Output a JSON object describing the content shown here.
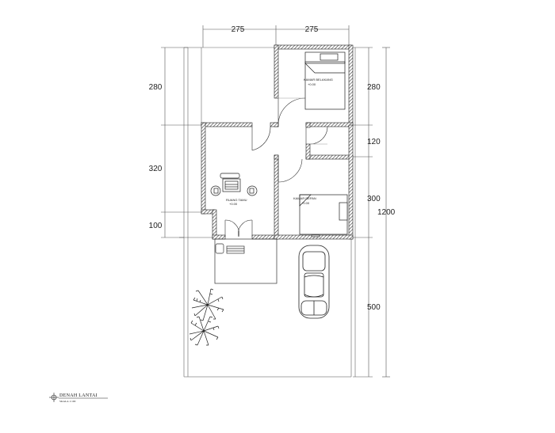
{
  "dimensions": {
    "top_left": "275",
    "top_right": "275",
    "left_top": "280",
    "left_mid": "320",
    "left_bottom": "100",
    "right_top": "280",
    "right_2": "120",
    "right_3": "300",
    "right_4": "500",
    "right_total": "1200"
  },
  "rooms": {
    "bedroom_back": {
      "name": "KAMAR BELAKANG",
      "sub": "+0.00"
    },
    "living_room": {
      "name": "RUANG TAMU",
      "sub": "+0.00"
    },
    "bedroom_front": {
      "name": "KAMAR DEPAN",
      "sub": "+0.00"
    }
  },
  "title_block": {
    "title": "DENAH LANTAI",
    "scale": "SKALA 1:100"
  }
}
